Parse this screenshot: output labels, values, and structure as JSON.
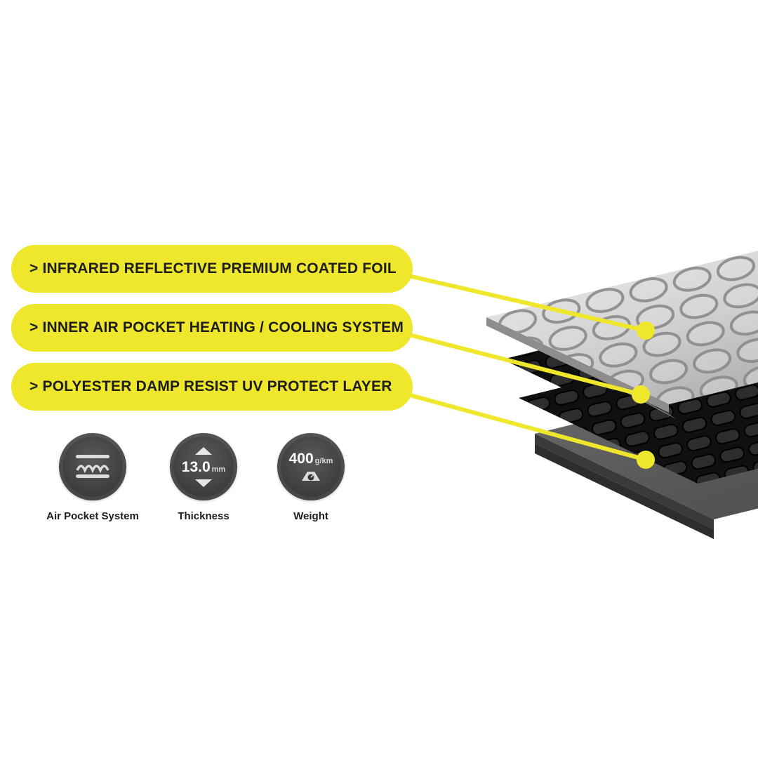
{
  "colors": {
    "accent_yellow": "#efe72b",
    "badge_dark": "#404042",
    "text_dark": "#1d1d1b"
  },
  "features": [
    {
      "label": "> INFRARED REFLECTIVE PREMIUM COATED FOIL"
    },
    {
      "label": "> INNER AIR POCKET HEATING / COOLING SYSTEM"
    },
    {
      "label": "> POLYESTER DAMP RESIST UV PROTECT LAYER"
    }
  ],
  "specs": [
    {
      "icon": "air-pocket-layers-icon",
      "label": "Air Pocket System"
    },
    {
      "icon": "thickness-arrows-icon",
      "value": "13.0",
      "unit": "mm",
      "label": "Thickness"
    },
    {
      "icon": "weight-gauge-icon",
      "value": "400",
      "unit": "g/km",
      "label": "Weight"
    }
  ]
}
